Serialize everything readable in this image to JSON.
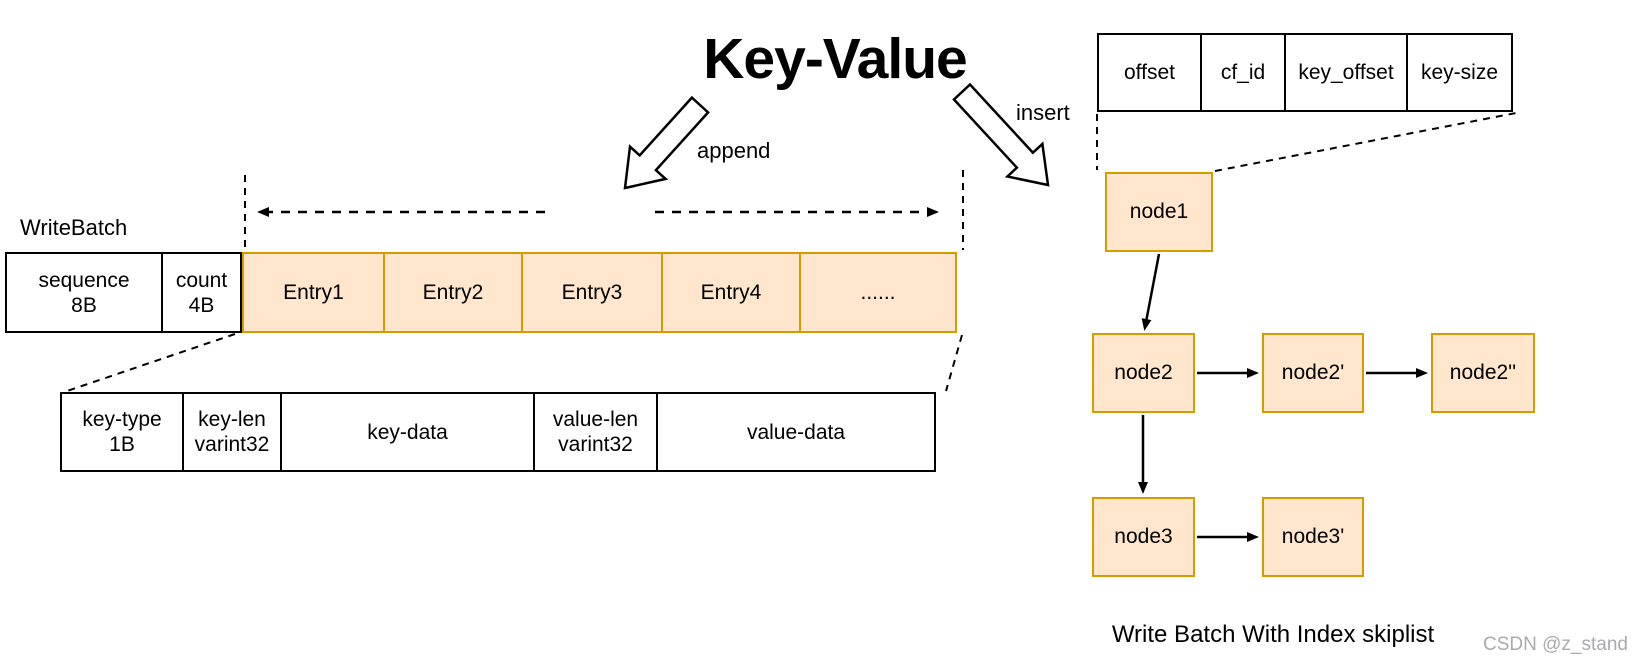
{
  "title": "Key-Value",
  "colors": {
    "box_fill": "#ffe6cc",
    "box_stroke": "#d79b00",
    "line_color": "#000000",
    "watermark_color": "#a9aaac"
  },
  "flow_labels": {
    "append": "append",
    "insert": "insert"
  },
  "write_batch": {
    "label": "WriteBatch",
    "header_cells": [
      {
        "line1": "sequence",
        "line2": "8B"
      },
      {
        "line1": "count",
        "line2": "4B"
      }
    ],
    "entries": [
      "Entry1",
      "Entry2",
      "Entry3",
      "Entry4",
      "......"
    ]
  },
  "entry_detail": {
    "cells": [
      {
        "line1": "key-type",
        "line2": "1B"
      },
      {
        "line1": "key-len",
        "line2": "varint32"
      },
      {
        "line1": "key-data",
        "line2": ""
      },
      {
        "line1": "value-len",
        "line2": "varint32"
      },
      {
        "line1": "value-data",
        "line2": ""
      }
    ]
  },
  "index_record": {
    "cells": [
      "offset",
      "cf_id",
      "key_offset",
      "key-size"
    ]
  },
  "skiplist": {
    "nodes": [
      "node1",
      "node2",
      "node2'",
      "node2''",
      "node3",
      "node3'"
    ],
    "caption": "Write Batch With Index skiplist"
  },
  "watermark": "CSDN @z_stand"
}
